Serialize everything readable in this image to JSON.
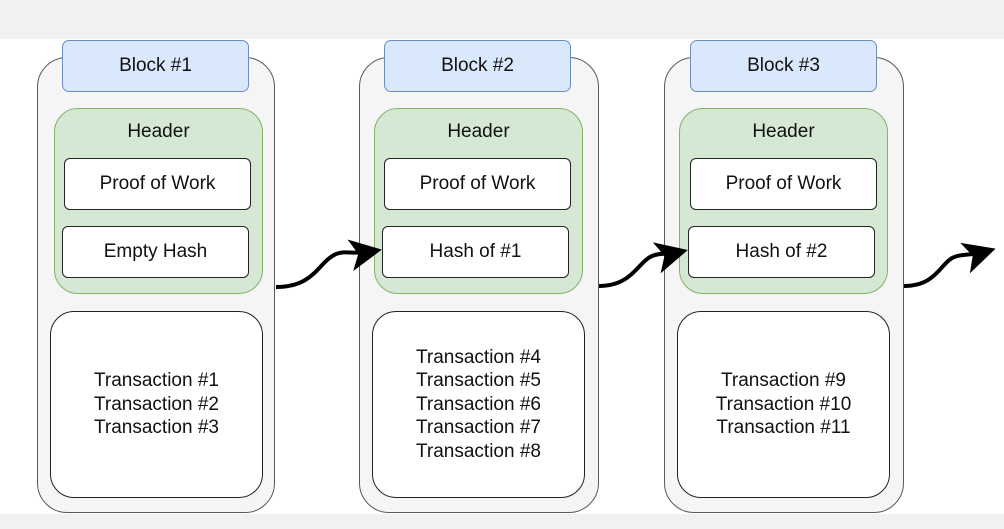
{
  "blocks": [
    {
      "title": "Block #1",
      "header_label": "Header",
      "proof_label": "Proof of Work",
      "hash_label": "Empty Hash",
      "transactions": [
        "Transaction #1",
        "Transaction #2",
        "Transaction #3"
      ]
    },
    {
      "title": "Block #2",
      "header_label": "Header",
      "proof_label": "Proof of Work",
      "hash_label": "Hash of #1",
      "transactions": [
        "Transaction #4",
        "Transaction #5",
        "Transaction #6",
        "Transaction #7",
        "Transaction #8"
      ]
    },
    {
      "title": "Block #3",
      "header_label": "Header",
      "proof_label": "Proof of Work",
      "hash_label": "Hash of #2",
      "transactions": [
        "Transaction #9",
        "Transaction #10",
        "Transaction #11"
      ]
    }
  ],
  "colors": {
    "title_fill": "#dae8fc",
    "title_stroke": "#6c8ebf",
    "header_fill": "#d5e8d4",
    "header_stroke": "#82b366",
    "block_fill": "#f5f5f5"
  }
}
